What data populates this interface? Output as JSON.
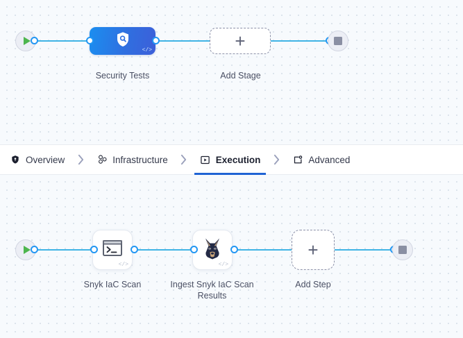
{
  "pipeline_top": {
    "start_node": {
      "icon": "play-icon",
      "label": ""
    },
    "stage": {
      "name": "Security Tests",
      "icon": "shield-search-icon",
      "badge": "</>"
    },
    "add_stage": {
      "label": "Add Stage",
      "icon": "plus-icon"
    },
    "end_node": {
      "icon": "stop-icon"
    }
  },
  "tabs": {
    "items": [
      {
        "label": "Overview",
        "icon": "shield-icon",
        "active": false
      },
      {
        "label": "Infrastructure",
        "icon": "nodes-cluster-icon",
        "active": false
      },
      {
        "label": "Execution",
        "icon": "play-box-icon",
        "active": true
      },
      {
        "label": "Advanced",
        "icon": "card-gear-icon",
        "active": false
      }
    ],
    "separator": "chevron-right-icon",
    "active_color": "#1f63d4"
  },
  "pipeline_bottom": {
    "start_node": {
      "icon": "play-icon"
    },
    "steps": [
      {
        "name": "Snyk IaC Scan",
        "icon": "terminal-icon",
        "badge": "</>"
      },
      {
        "name": "Ingest Snyk IaC Scan Results",
        "icon": "snyk-dog-icon",
        "badge": "</>"
      }
    ],
    "add_step": {
      "label": "Add Step",
      "icon": "plus-icon"
    },
    "end_node": {
      "icon": "stop-icon"
    }
  },
  "theme": {
    "canvas_bg": "#f7fafd",
    "wire_color": "#40b4e5",
    "port_color": "#2196f3",
    "stage_gradient_from": "#1b8ef0",
    "stage_gradient_to": "#3d5fd9",
    "play_green": "#4db54d",
    "stop_gray": "#8a8fa3"
  }
}
